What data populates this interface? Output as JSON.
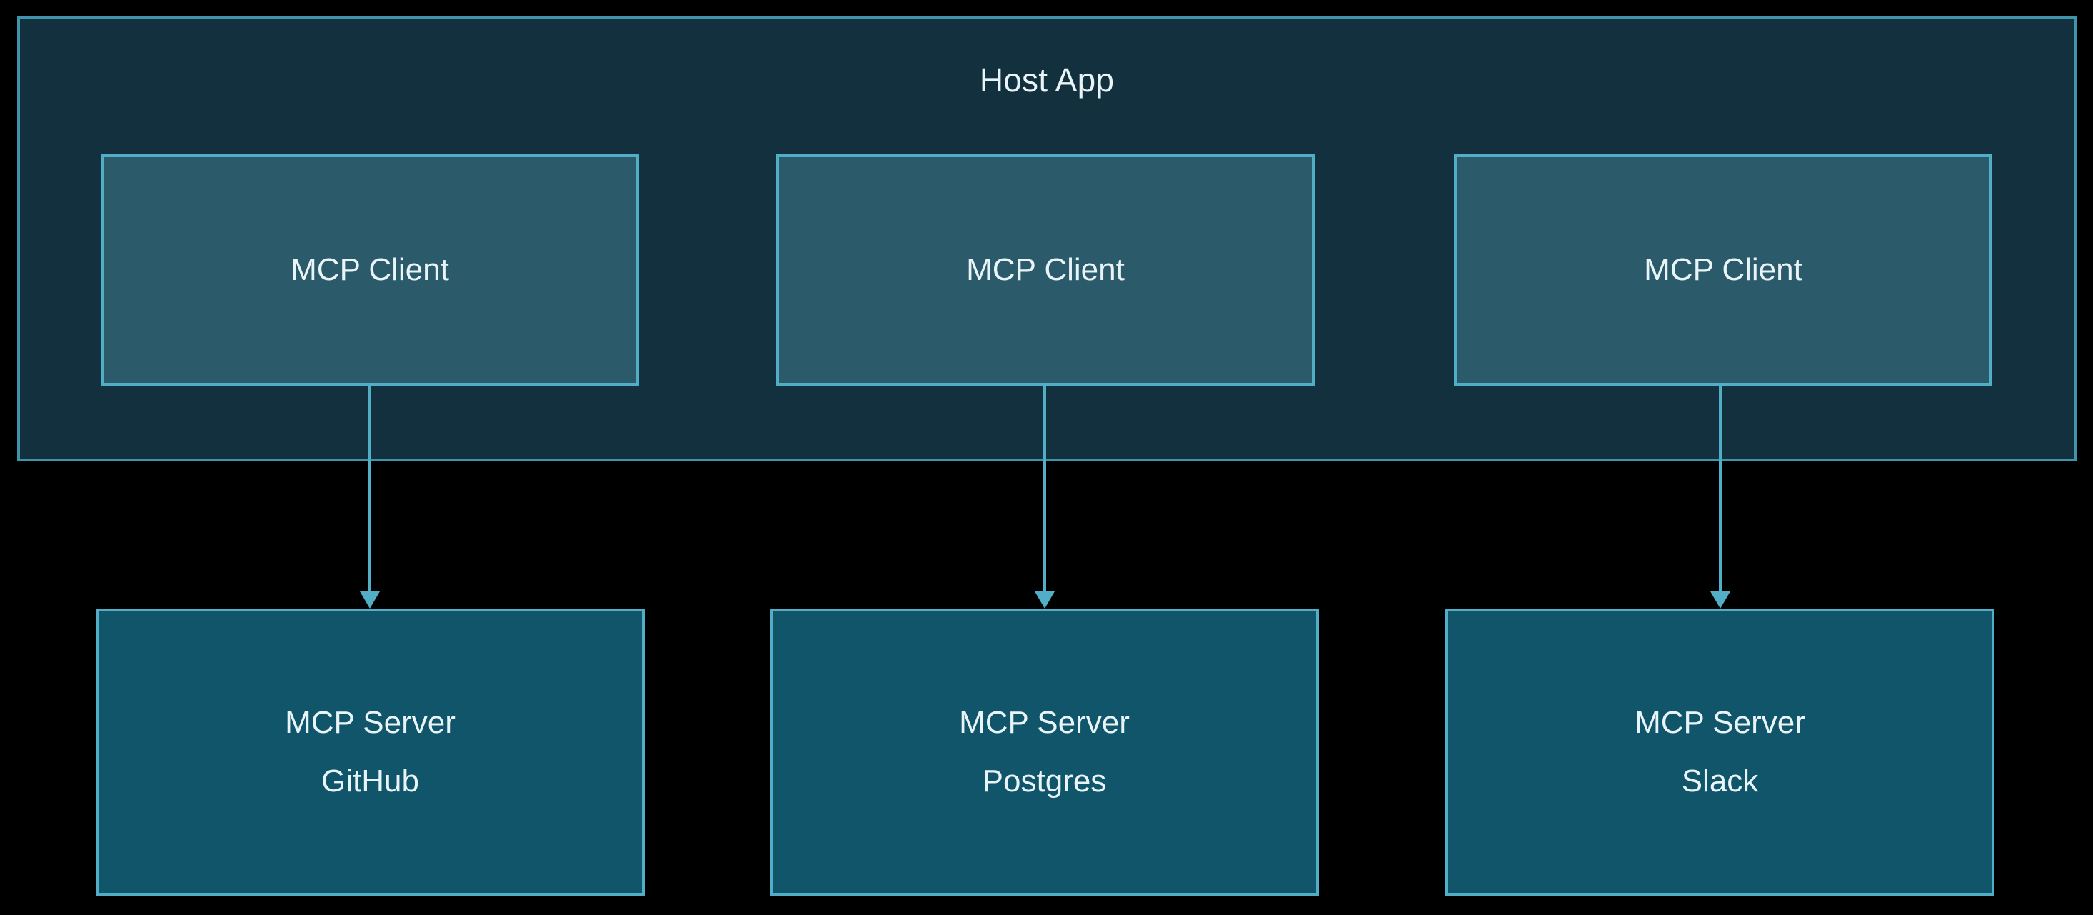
{
  "diagram": {
    "title": "Host App",
    "background_color": "#000000",
    "host_app": {
      "label": "Host App",
      "fill_color": "#12303d",
      "border_color": "#3f94ab"
    },
    "colors": {
      "client_fill": "#2b5a6b",
      "client_border": "#52aec6",
      "server_fill": "#10556a",
      "server_border": "#52aec6",
      "connector": "#52aec6",
      "text": "#e9f4f8"
    },
    "clients": [
      {
        "label": "MCP Client"
      },
      {
        "label": "MCP Client"
      },
      {
        "label": "MCP Client"
      }
    ],
    "servers": [
      {
        "label": "MCP Server",
        "sublabel": "GitHub"
      },
      {
        "label": "MCP Server",
        "sublabel": "Postgres"
      },
      {
        "label": "MCP Server",
        "sublabel": "Slack"
      }
    ],
    "connections": [
      {
        "from": "MCP Client 1",
        "to": "MCP Server GitHub",
        "direction": "down"
      },
      {
        "from": "MCP Client 2",
        "to": "MCP Server Postgres",
        "direction": "down"
      },
      {
        "from": "MCP Client 3",
        "to": "MCP Server Slack",
        "direction": "down"
      }
    ]
  }
}
